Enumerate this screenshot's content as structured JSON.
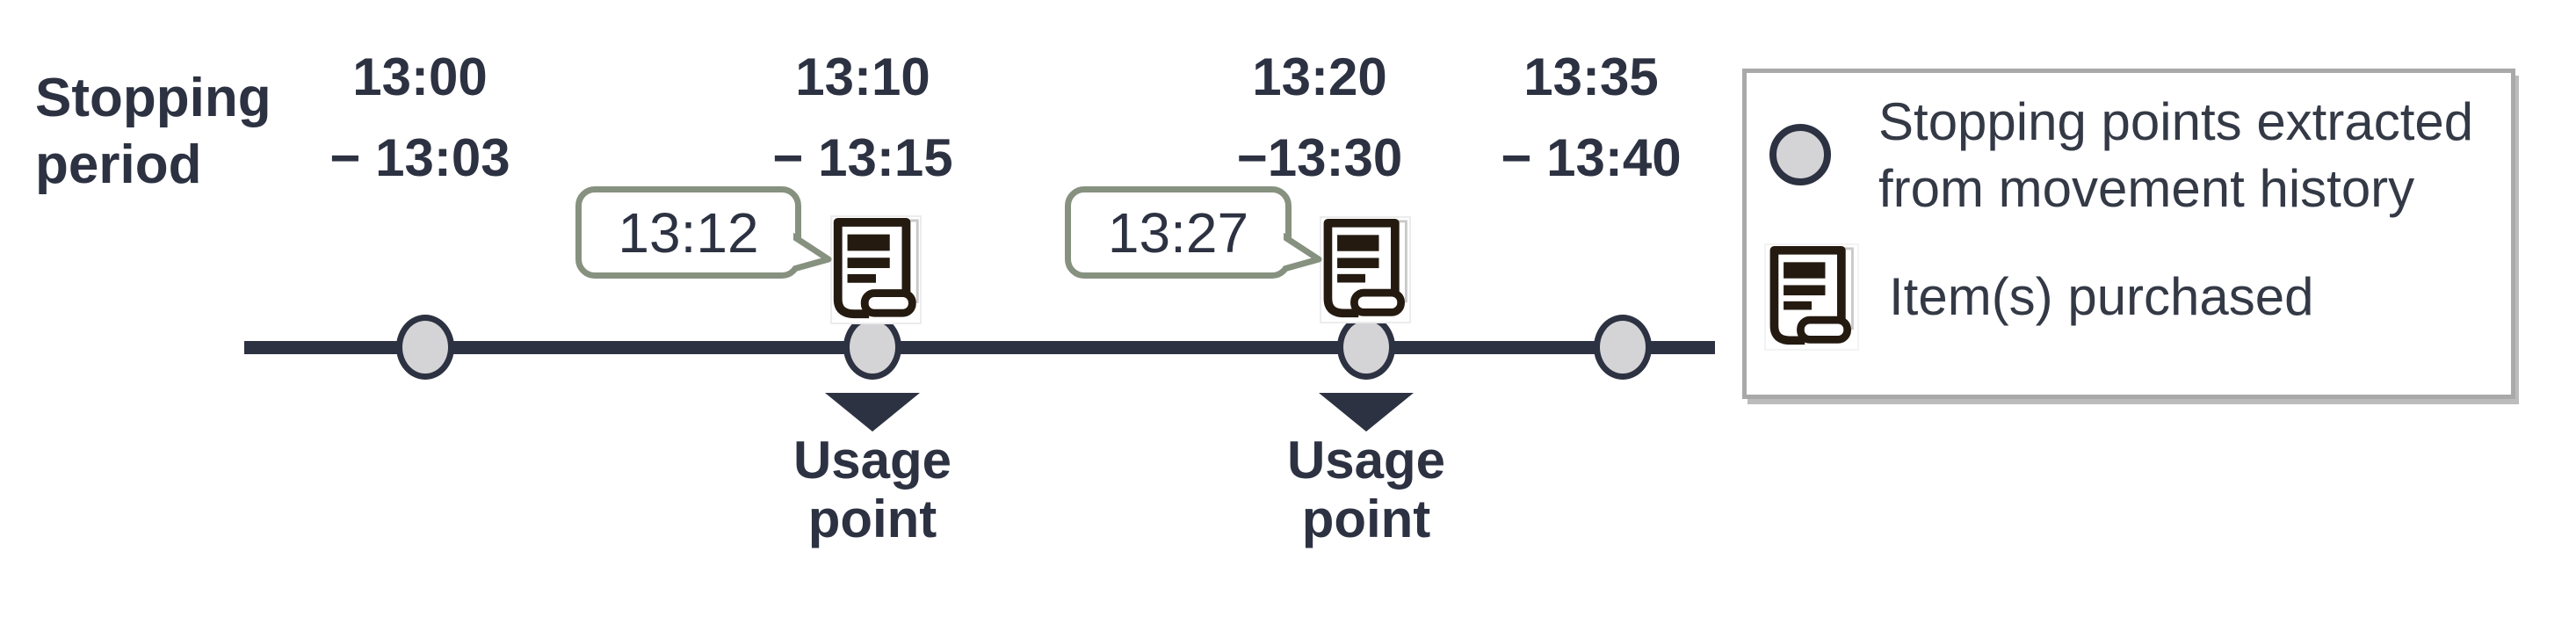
{
  "colors": {
    "dark": "#2d3242",
    "icon_dark": "#241a10",
    "callout_border": "#87917f",
    "node_fill": "#d4d4d6",
    "legend_border": "#a9a9a9"
  },
  "diagram": {
    "row_label": "Stopping period",
    "periods": [
      {
        "start": "13:00",
        "end": "− 13:03"
      },
      {
        "start": "13:10",
        "end": "− 13:15"
      },
      {
        "start": "13:20",
        "end": "−13:30"
      },
      {
        "start": "13:35",
        "end": "− 13:40"
      }
    ],
    "purchase_callouts": [
      {
        "time": "13:12"
      },
      {
        "time": "13:27"
      }
    ],
    "usage_points": [
      {
        "label": "Usage point"
      },
      {
        "label": "Usage point"
      }
    ]
  },
  "legend": {
    "items": [
      {
        "icon": "stopping-point-icon",
        "label": "Stopping points extracted from movement history"
      },
      {
        "icon": "receipt-icon",
        "label": "Item(s) purchased"
      }
    ]
  }
}
